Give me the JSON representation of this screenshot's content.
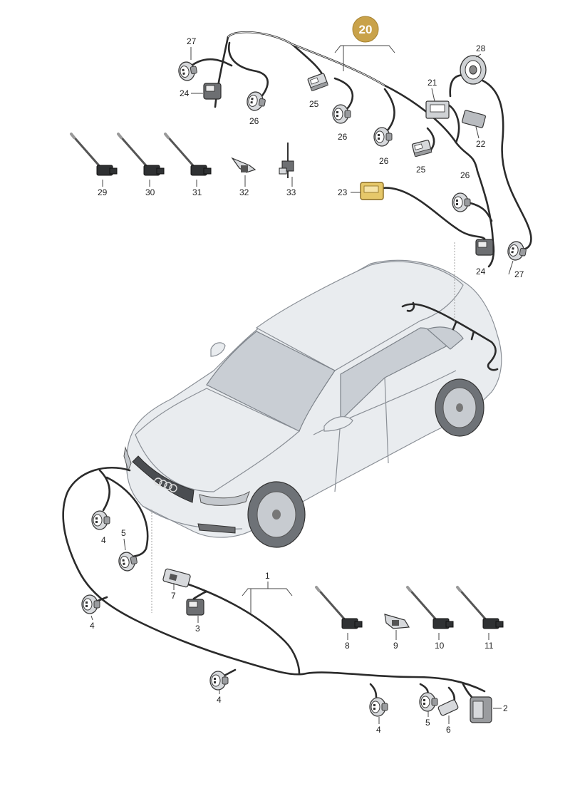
{
  "callouts": {
    "main": "20",
    "c1": "1",
    "c2": "2",
    "c3": "3",
    "c4a": "4",
    "c4b": "4",
    "c4c": "4",
    "c4d": "4",
    "c5a": "5",
    "c5b": "5",
    "c6": "6",
    "c7": "7",
    "c8": "8",
    "c9": "9",
    "c10": "10",
    "c11": "11",
    "c21": "21",
    "c22": "22",
    "c23": "23",
    "c24a": "24",
    "c24b": "24",
    "c25a": "25",
    "c25b": "25",
    "c26a": "26",
    "c26b": "26",
    "c26c": "26",
    "c26d": "26",
    "c27a": "27",
    "c27b": "27",
    "c28": "28",
    "c29": "29",
    "c30": "30",
    "c31": "31",
    "c32": "32",
    "c33": "33"
  },
  "colors": {
    "highlight_badge": "#c9a24a",
    "highlight_part": "#e6c86a",
    "car_body": "#e9ecef",
    "wire": "#2b2b2b"
  },
  "icons": {
    "badge": "callout-badge-icon",
    "connector": "connector-plug-icon",
    "sensor": "pdc-sensor-icon",
    "car": "suv-outline-icon"
  }
}
